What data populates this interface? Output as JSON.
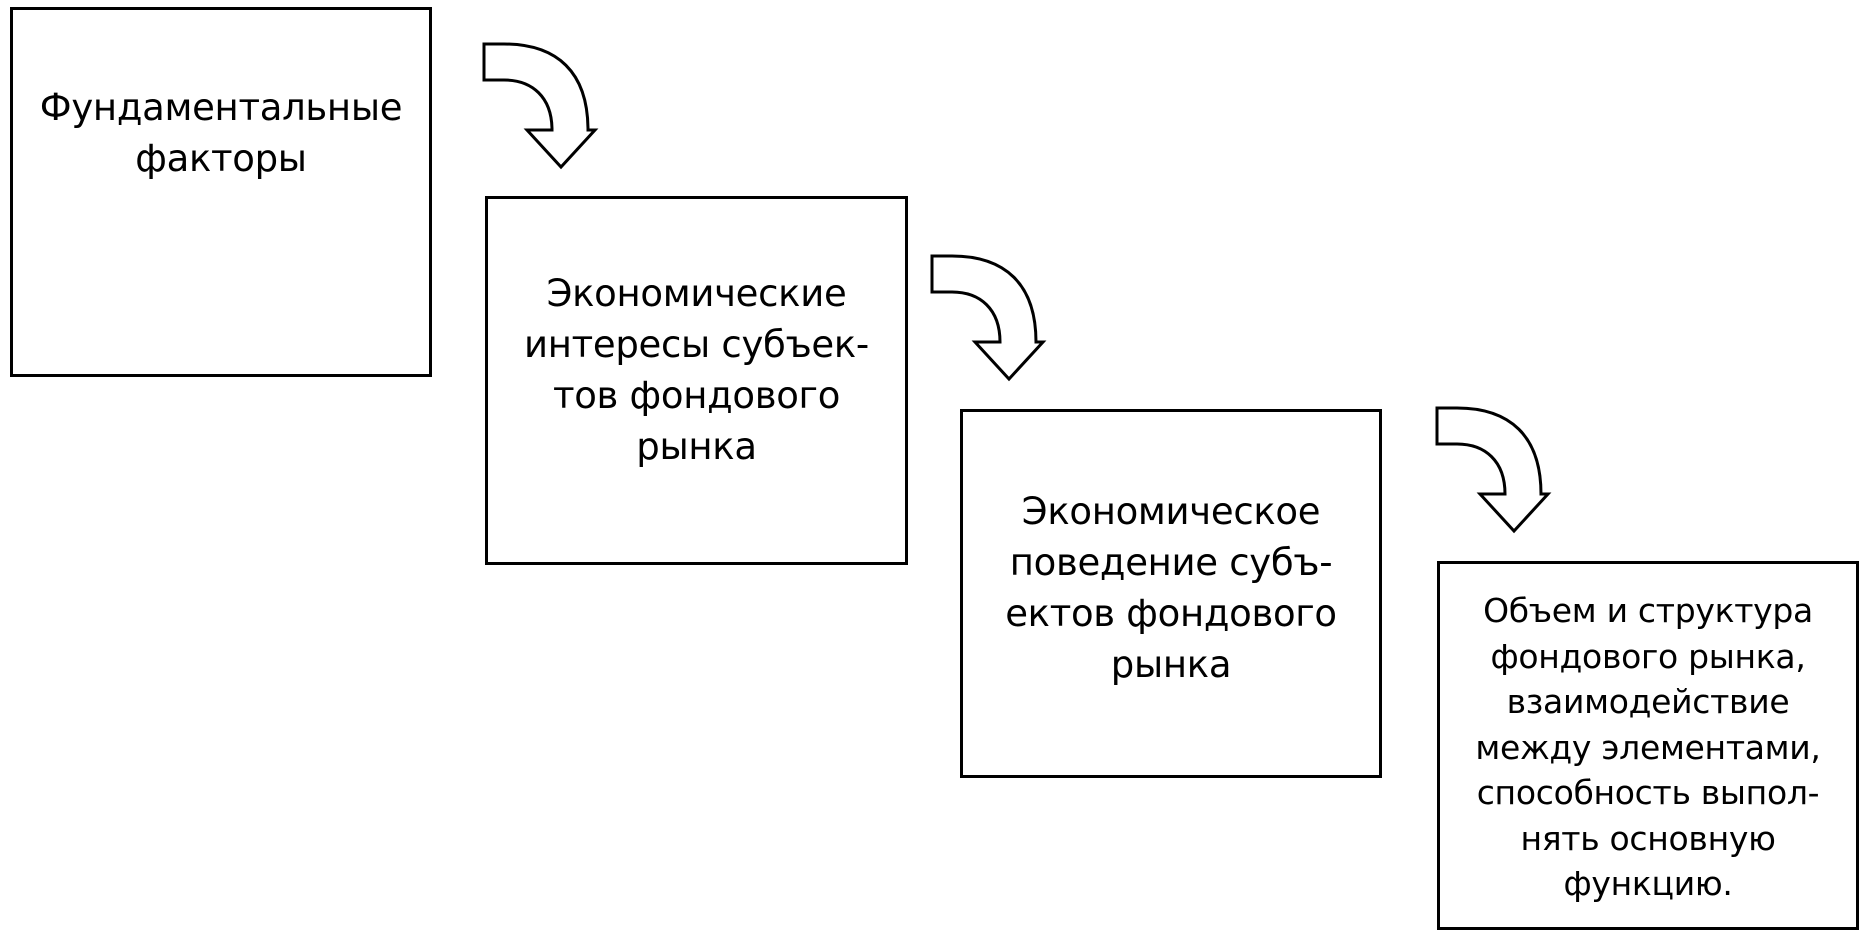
{
  "diagram": {
    "boxes": [
      {
        "lines": [
          "Фундаментальные",
          "факторы"
        ]
      },
      {
        "lines": [
          "Экономические",
          "интересы субъек-",
          "тов фондового",
          "рынка"
        ]
      },
      {
        "lines": [
          "Экономическое",
          "поведение субъ-",
          "ектов фондового",
          "рынка"
        ]
      },
      {
        "lines": [
          "Объем и структура",
          "фондового рынка,",
          "взаимодействие",
          "между элементами,",
          "способность выпол-",
          "нять основную",
          "функцию."
        ]
      }
    ],
    "colors": {
      "stroke": "#000000",
      "fill": "#ffffff"
    },
    "connector_icon": "curved-down-arrow-icon"
  }
}
